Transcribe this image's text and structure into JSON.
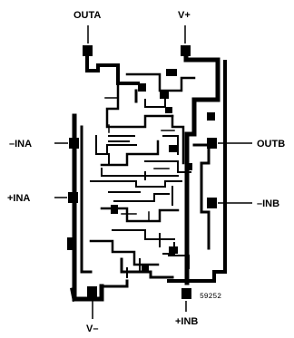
{
  "pins": {
    "outa": "OUTA",
    "vplus": "V+",
    "ina_minus": "–INA",
    "ina_plus": "+INA",
    "outb": "OUTB",
    "inb_minus": "–INB",
    "vminus": "V–",
    "inb_plus": "+INB"
  },
  "die_mark": "59252",
  "colors": {
    "ink": "#000000",
    "paper": "#ffffff"
  }
}
